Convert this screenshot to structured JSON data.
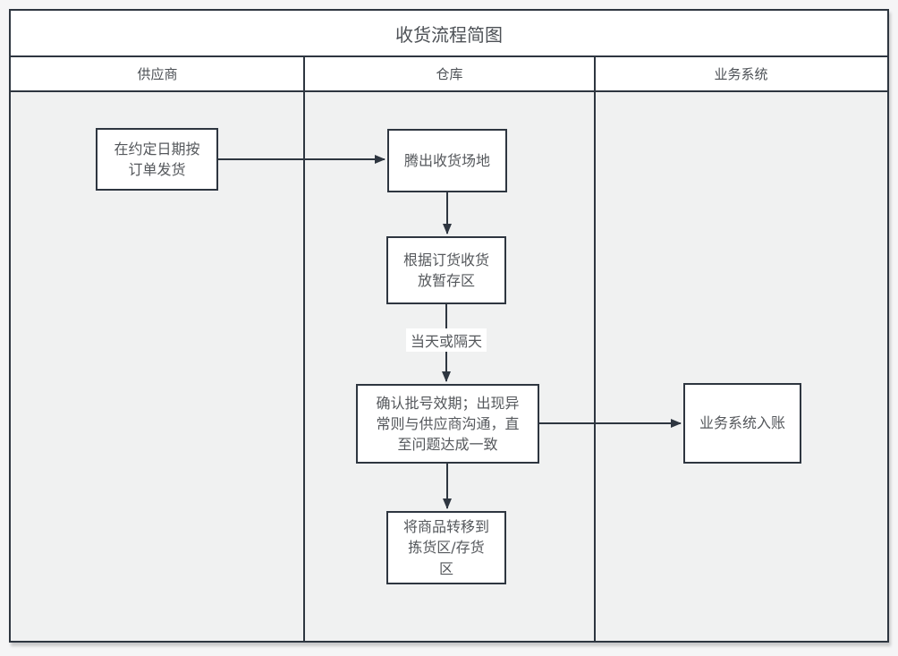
{
  "diagram": {
    "title": "收货流程简图",
    "lanes": [
      {
        "label": "供应商"
      },
      {
        "label": "仓库"
      },
      {
        "label": "业务系统"
      }
    ],
    "nodes": [
      {
        "id": "ship-on-agreed-date",
        "label": "在约定日期按\n订单发货"
      },
      {
        "id": "clear-receiving-area",
        "label": "腾出收货场地"
      },
      {
        "id": "receive-to-staging",
        "label": "根据订货收货\n放暂存区"
      },
      {
        "id": "confirm-batch-expiry",
        "label": "确认批号效期；出现异\n常则与供应商沟通，直\n至问题达成一致"
      },
      {
        "id": "transfer-to-picking",
        "label": "将商品转移到\n拣货区/存货\n区"
      },
      {
        "id": "system-booking",
        "label": "业务系统入账"
      }
    ],
    "edge_label": "当天或隔天",
    "colors": {
      "border": "#2e3640",
      "lane_background": "#f0f1f1",
      "band_background": "#ffffff",
      "node_background": "#ffffff",
      "text": "#55585c"
    }
  }
}
